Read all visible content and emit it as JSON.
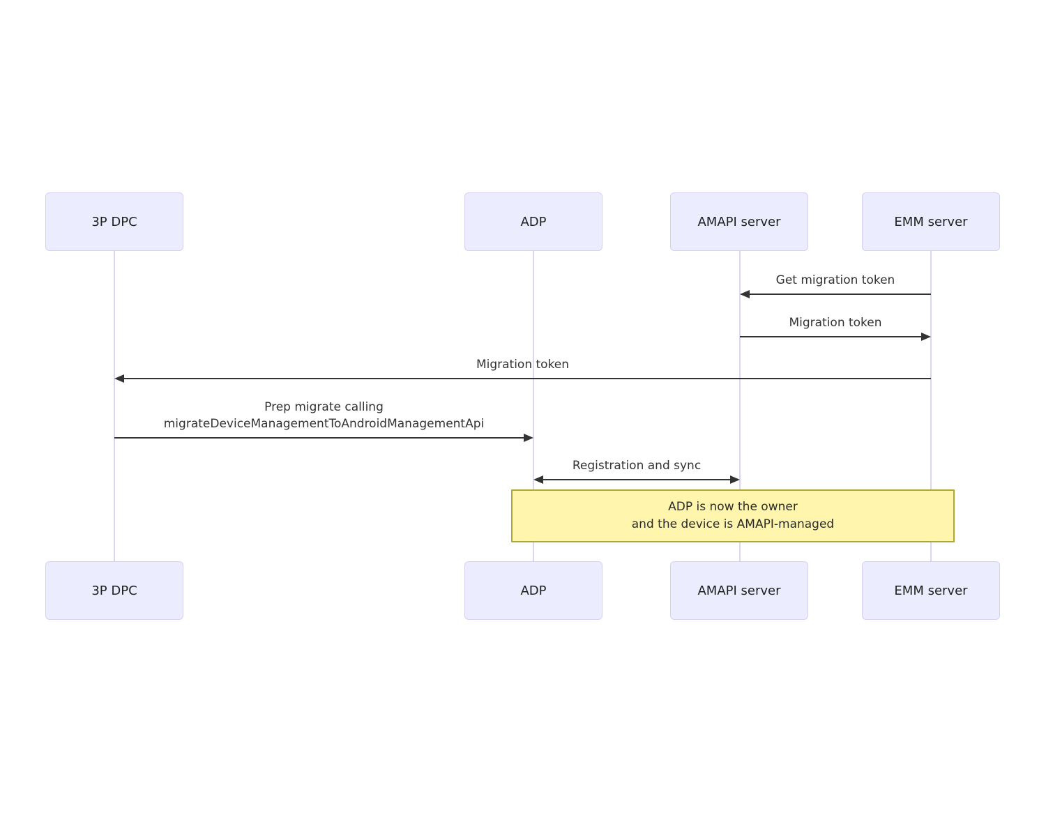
{
  "diagram": {
    "type": "sequence-diagram",
    "colors": {
      "actor_fill": "#ececff",
      "actor_border": "#d8cef3",
      "lifeline": "#dcd4f0",
      "arrow": "#333333",
      "note_fill": "#fff5ad",
      "note_border": "#aaaa33",
      "text": "#333333",
      "background": "#ffffff"
    },
    "actors": [
      {
        "name": "3P DPC"
      },
      {
        "name": "ADP"
      },
      {
        "name": "AMAPI server"
      },
      {
        "name": "EMM server"
      }
    ],
    "messages": [
      {
        "label": "Get migration token",
        "from": "EMM server",
        "to": "AMAPI server",
        "direction": "left"
      },
      {
        "label": "Migration token",
        "from": "AMAPI server",
        "to": "EMM server",
        "direction": "right"
      },
      {
        "label": "Migration token",
        "from": "EMM server",
        "to": "3P DPC",
        "direction": "left"
      },
      {
        "label_line1": "Prep migrate calling",
        "label_line2": "migrateDeviceManagementToAndroidManagementApi",
        "from": "3P DPC",
        "to": "ADP",
        "direction": "right"
      },
      {
        "label": "Registration and sync",
        "from": "ADP",
        "to": "AMAPI server",
        "direction": "both"
      }
    ],
    "note": {
      "line1": "ADP is now the owner",
      "line2": "and the device is AMAPI-managed"
    }
  }
}
